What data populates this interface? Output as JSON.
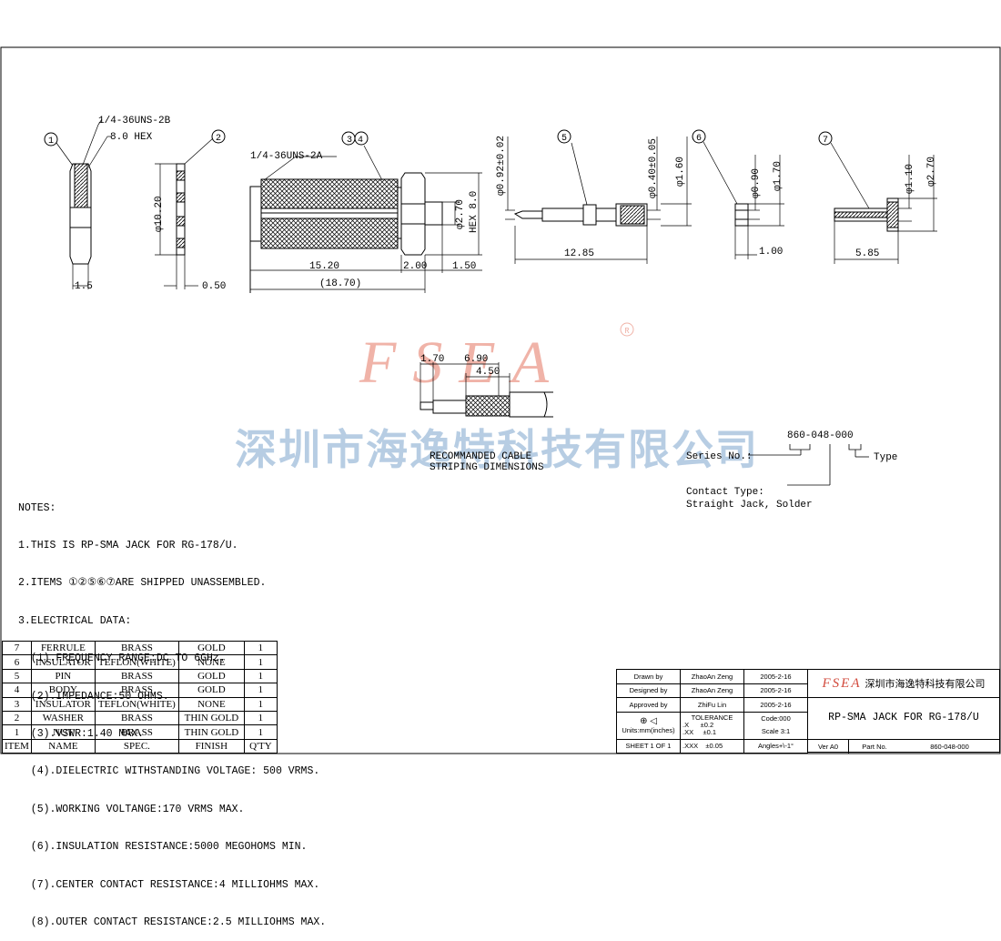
{
  "callouts": {
    "c1": "1",
    "c2": "2",
    "c34": "3 4",
    "c5": "5",
    "c6": "6",
    "c7": "7"
  },
  "labels": {
    "thread_2b": "1/4-36UNS-2B",
    "hex_8": "8.0  HEX",
    "thread_2a": "1/4-36UNS-2A",
    "dim_1_5": "1.5",
    "dim_10_20": "φ10.20",
    "dim_0_50": "0.50",
    "dim_15_20": "15.20",
    "dim_2_00": "2.00",
    "dim_1_50": "1.50",
    "dim_18_70": "(18.70)",
    "dim_2_70a": "φ2.70",
    "hex_8_0": "HEX 8.0",
    "dim_0_92": "φ0.92±0.02",
    "dim_0_40": "φ0.40±0.05",
    "dim_1_60": "φ1.60",
    "dim_12_85": "12.85",
    "dim_0_90": "φ0.90",
    "dim_1_70": "φ1.70",
    "dim_1_00": "1.00",
    "dim_1_10": "φ1.10",
    "dim_2_70b": "φ2.70",
    "dim_5_85": "5.85",
    "strip_1_70": "1.70",
    "strip_6_90": "6.90",
    "strip_4_50": "4.50",
    "strip_title_1": "RECOMMANDED  CABLE",
    "strip_title_2": "STRIPING  DIMENSIONS"
  },
  "watermark": {
    "logo": "FSEA",
    "reg": "R",
    "company": "深圳市海逸特科技有限公司"
  },
  "partno": {
    "code": "860-048-000",
    "series": "Series  No.:",
    "type": "Type",
    "contact_type": "Contact  Type:",
    "contact_desc": "Straight  Jack,  Solder"
  },
  "notes": [
    "NOTES:",
    "1.THIS IS RP-SMA JACK FOR RG-178/U.",
    "2.ITEMS ①②⑤⑥⑦ARE SHIPPED UNASSEMBLED.",
    "3.ELECTRICAL DATA:",
    "  (1).FREQUENCY RANGE:DC TO 6GHz.",
    "  (2).IMPEDANCE:50 OHMS.",
    "  (3).VSWR:1.40 MAX.",
    "  (4).DIELECTRIC WITHSTANDING VOLTAGE: 500 VRMS.",
    "  (5).WORKING VOLTANGE:170 VRMS MAX.",
    "  (6).INSULATION RESISTANCE:5000 MEGOHOMS MIN.",
    "  (7).CENTER CONTACT RESISTANCE:4 MILLIOHMS MAX.",
    "  (8).OUTER CONTACT RESISTANCE:2.5 MILLIOHMS MAX."
  ],
  "bom": {
    "rows": [
      [
        "7",
        "FERRULE",
        "BRASS",
        "GOLD",
        "1"
      ],
      [
        "6",
        "INSULATOR",
        "TEFLON(WHITE)",
        "NONE",
        "1"
      ],
      [
        "5",
        "PIN",
        "BRASS",
        "GOLD",
        "1"
      ],
      [
        "4",
        "BODY",
        "BRASS",
        "GOLD",
        "1"
      ],
      [
        "3",
        "INSULATOR",
        "TEFLON(WHITE)",
        "NONE",
        "1"
      ],
      [
        "2",
        "WASHER",
        "BRASS",
        "THIN GOLD",
        "1"
      ],
      [
        "1",
        "NUT",
        "BRASS",
        "THIN GOLD",
        "1"
      ]
    ],
    "header": [
      "ITEM",
      "NAME",
      "SPEC.",
      "FINISH",
      "Q'TY"
    ]
  },
  "title_block": {
    "drawn_label": "Drawn   by",
    "drawn_name": "ZhaoAn Zeng",
    "drawn_date": "2005-2-16",
    "designed_label": "Designed  by",
    "designed_name": "ZhaoAn Zeng",
    "designed_date": "2005-2-16",
    "approved_label": "Approved  by",
    "approved_name": "ZhiFu Lin",
    "approved_date": "2005-2-16",
    "units": "Units:mm(inches)",
    "tolerance": "TOLERANCE",
    "tol_x": ".X      ±0.2",
    "tol_xx": ".XX     ±0.1",
    "tol_xxx": ".XXX    ±0.05",
    "code": "Code:000",
    "scale": "Scale  3:1",
    "angles": "Angles+\\-1°",
    "sheet": "SHEET  1  OF  1",
    "logo": "FSEA",
    "company": "深圳市海逸特科技有限公司",
    "title": "RP-SMA  JACK  FOR  RG-178/U",
    "ver": "Ver A0",
    "part_label": "Part  No.",
    "part_no": "860-048-000"
  }
}
